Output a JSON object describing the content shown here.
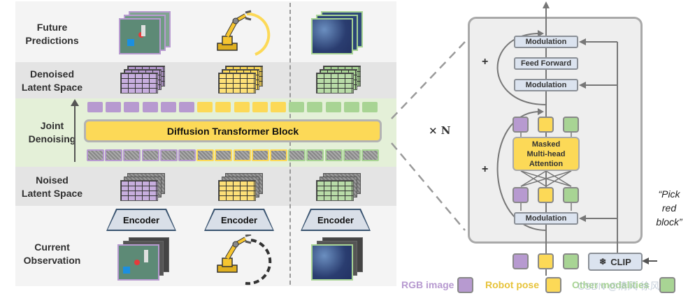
{
  "rows": {
    "future_predictions": "Future\nPredictions",
    "denoised_latent": "Denoised\nLatent Space",
    "joint_denoising": "Joint\nDenoising",
    "noised_latent": "Noised\nLatent Space",
    "current_observation": "Current\nObservation"
  },
  "dtb_label": "Diffusion Transformer Block",
  "encoders": [
    "Encoder",
    "Encoder",
    "Encoder"
  ],
  "times_n": "× N",
  "block": {
    "modulation_top": "Modulation",
    "feed_forward": "Feed Forward",
    "modulation_mid": "Modulation",
    "attention_lines": [
      "Masked",
      "Multi-head",
      "Attention"
    ],
    "modulation_bottom": "Modulation",
    "plus_top": "+",
    "plus_bottom": "+"
  },
  "clip_label": "CLIP",
  "prompt_lines": [
    "“Pick",
    "red",
    "block”"
  ],
  "legend": {
    "rgb": "RGB image",
    "robot": "Robot pose",
    "other": "Other modalities"
  },
  "watermark": "CSDN @清风 徐风",
  "colors": {
    "purple": "#b79ad0",
    "yellow": "#fcd957",
    "green": "#a8d494",
    "band_gray": "#e6e6e6",
    "band_green": "#e4f0d8"
  }
}
